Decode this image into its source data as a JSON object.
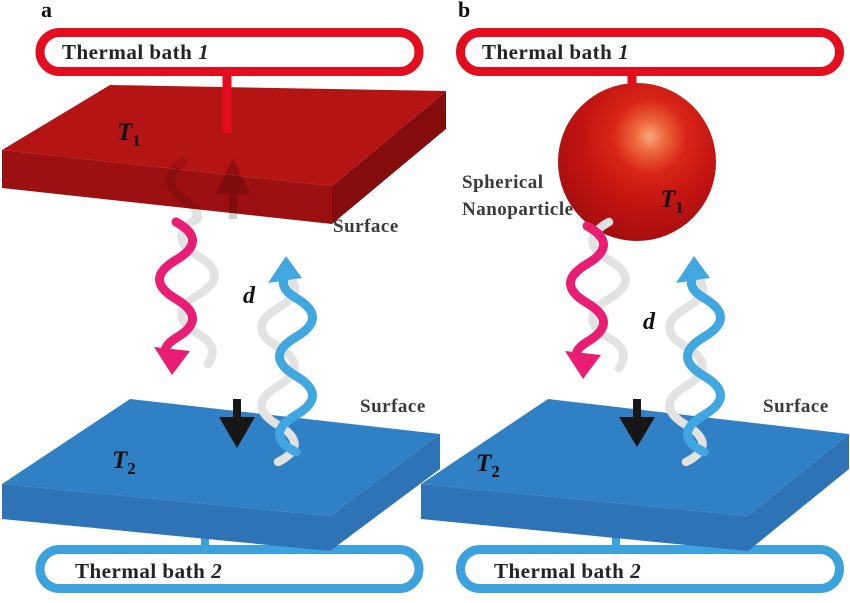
{
  "panels": [
    {
      "label": "a",
      "bath_top": {
        "name": "Thermal bath",
        "number": "1"
      },
      "emitter": {
        "type": "slab",
        "symbol": "T",
        "subscript": "1",
        "surface_label": "Surface"
      },
      "gap": {
        "label": "d"
      },
      "receiver": {
        "symbol": "T",
        "subscript": "2",
        "surface_label": "Surface"
      },
      "bath_bottom": {
        "name": "Thermal bath",
        "number": "2"
      }
    },
    {
      "label": "b",
      "bath_top": {
        "name": "Thermal bath",
        "number": "1"
      },
      "emitter": {
        "type": "spherical nanoparticle",
        "symbol": "T",
        "subscript": "1",
        "name_line1": "Spherical",
        "name_line2": "Nanoparticle"
      },
      "gap": {
        "label": "d"
      },
      "receiver": {
        "symbol": "T",
        "subscript": "2",
        "surface_label": "Surface"
      },
      "bath_bottom": {
        "name": "Thermal bath",
        "number": "2"
      }
    }
  ],
  "colors": {
    "bath_hot_border": "#e30d1d",
    "bath_cold_border": "#3ba2dd",
    "slab_hot_top": "#b41413",
    "slab_hot_front": "#9c1011",
    "slab_hot_side": "#840c0d",
    "slab_cold_top": "#3080c5",
    "slab_cold_front": "#2d73b5",
    "slab_cold_side": "#2d73b5",
    "sphere_core": "#cc1b12",
    "sphere_highlight": "#f7a981",
    "photon_hot": "#e91e72",
    "photon_cold": "#41a7e0",
    "photon_trail": "#e2e2e2",
    "arrow_black": "#161616"
  }
}
